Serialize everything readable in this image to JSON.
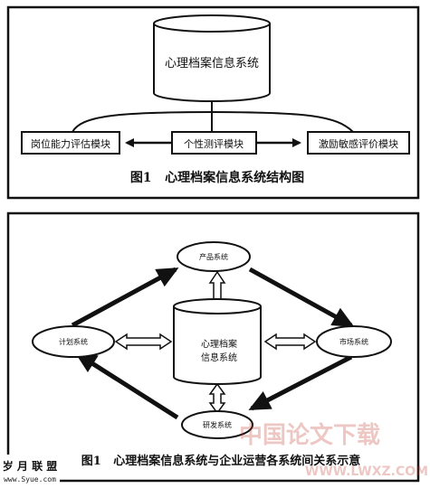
{
  "figure1": {
    "db_label": "心理档案信息系统",
    "left_module": "岗位能力评估模块",
    "center_module": "个性测评模块",
    "right_module": "激励敏感评价模块",
    "caption": "图1   心理档案信息系统结构图"
  },
  "figure2": {
    "top_node": "产品系统",
    "left_node": "计划系统",
    "right_node": "市场系统",
    "bottom_node": "研发系统",
    "center_line1": "心理档案",
    "center_line2": "信息系统",
    "caption": "图1   心理档案信息系统与企业运营各系统间关系示意"
  },
  "watermark": {
    "left_brand": "岁 月 联 盟",
    "left_url": "www.Syue.com",
    "right_brand": "中国论文下载",
    "right_url": "WWW.LWXZ.COM"
  }
}
